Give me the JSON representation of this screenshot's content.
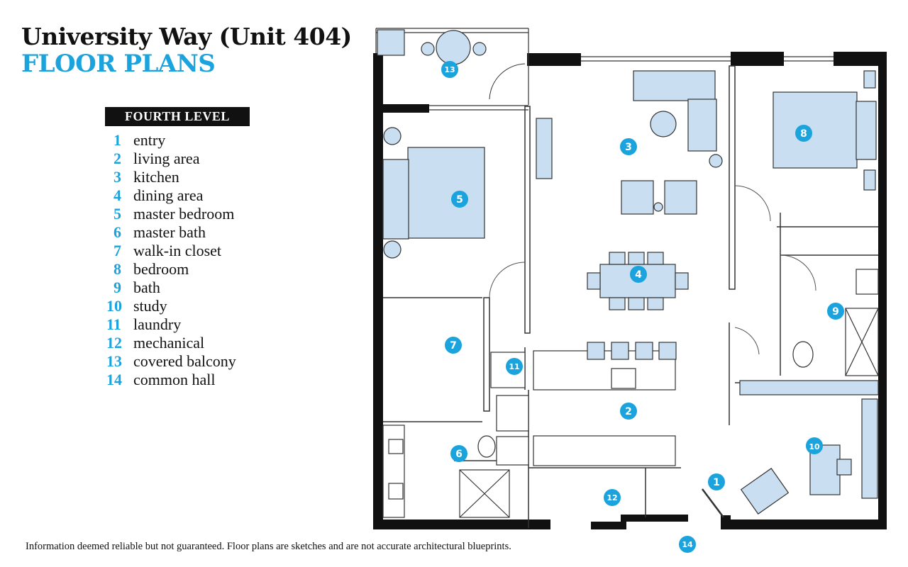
{
  "title": "University Way (Unit 404)",
  "subtitle": "FLOOR PLANS",
  "level_label": "FOURTH LEVEL",
  "accent_color": "#1aa3dd",
  "legend": [
    {
      "num": "1",
      "label": "entry"
    },
    {
      "num": "2",
      "label": "living area"
    },
    {
      "num": "3",
      "label": "kitchen"
    },
    {
      "num": "4",
      "label": "dining area"
    },
    {
      "num": "5",
      "label": "master bedroom"
    },
    {
      "num": "6",
      "label": "master bath"
    },
    {
      "num": "7",
      "label": "walk-in closet"
    },
    {
      "num": "8",
      "label": "bedroom"
    },
    {
      "num": "9",
      "label": "bath"
    },
    {
      "num": "10",
      "label": "study"
    },
    {
      "num": "11",
      "label": "laundry"
    },
    {
      "num": "12",
      "label": "mechanical"
    },
    {
      "num": "13",
      "label": "covered balcony"
    },
    {
      "num": "14",
      "label": "common hall"
    }
  ],
  "markers": [
    "1",
    "2",
    "3",
    "4",
    "5",
    "6",
    "7",
    "8",
    "9",
    "10",
    "11",
    "12",
    "13",
    "14"
  ],
  "disclaimer": "Information deemed reliable but not guaranteed. Floor plans are sketches and are not accurate architectural blueprints."
}
